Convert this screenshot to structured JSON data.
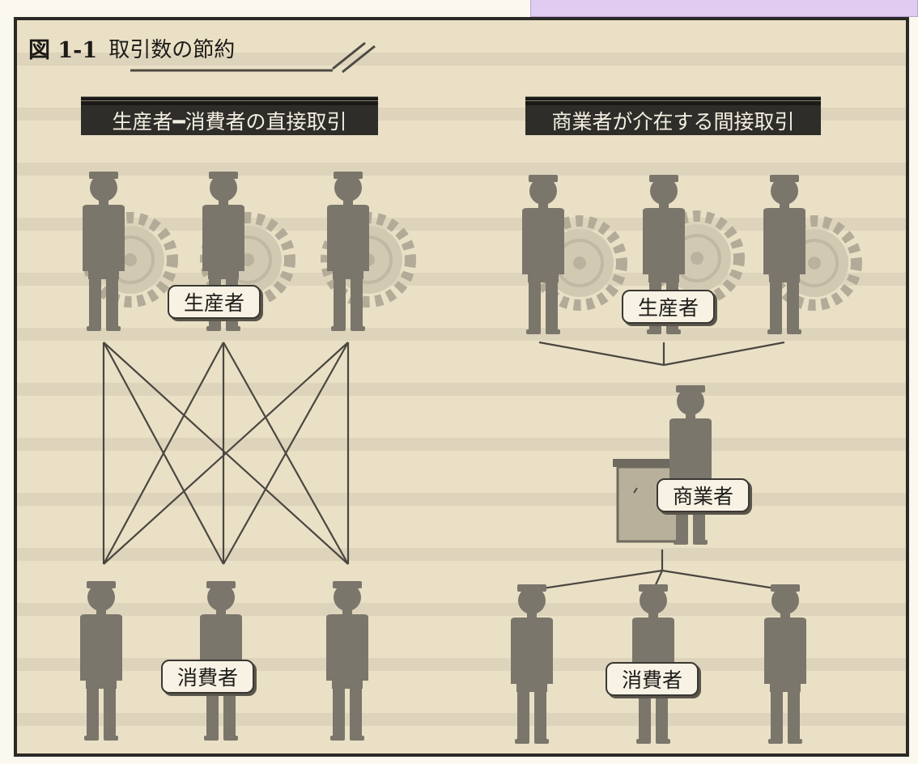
{
  "figure": {
    "number": "図 1-1",
    "title": "取引数の節約"
  },
  "left_panel": {
    "banner": "生産者━消費者の直接取引",
    "producers_label": "生産者",
    "consumers_label": "消費者"
  },
  "right_panel": {
    "banner": "商業者が介在する間接取引",
    "producers_label": "生産者",
    "merchant_label": "商業者",
    "consumers_label": "消費者"
  },
  "colors": {
    "figure": "#7b766b",
    "line": "#4a4740",
    "banner_bg": "#2e2d29",
    "paper": "#eae0c6"
  }
}
